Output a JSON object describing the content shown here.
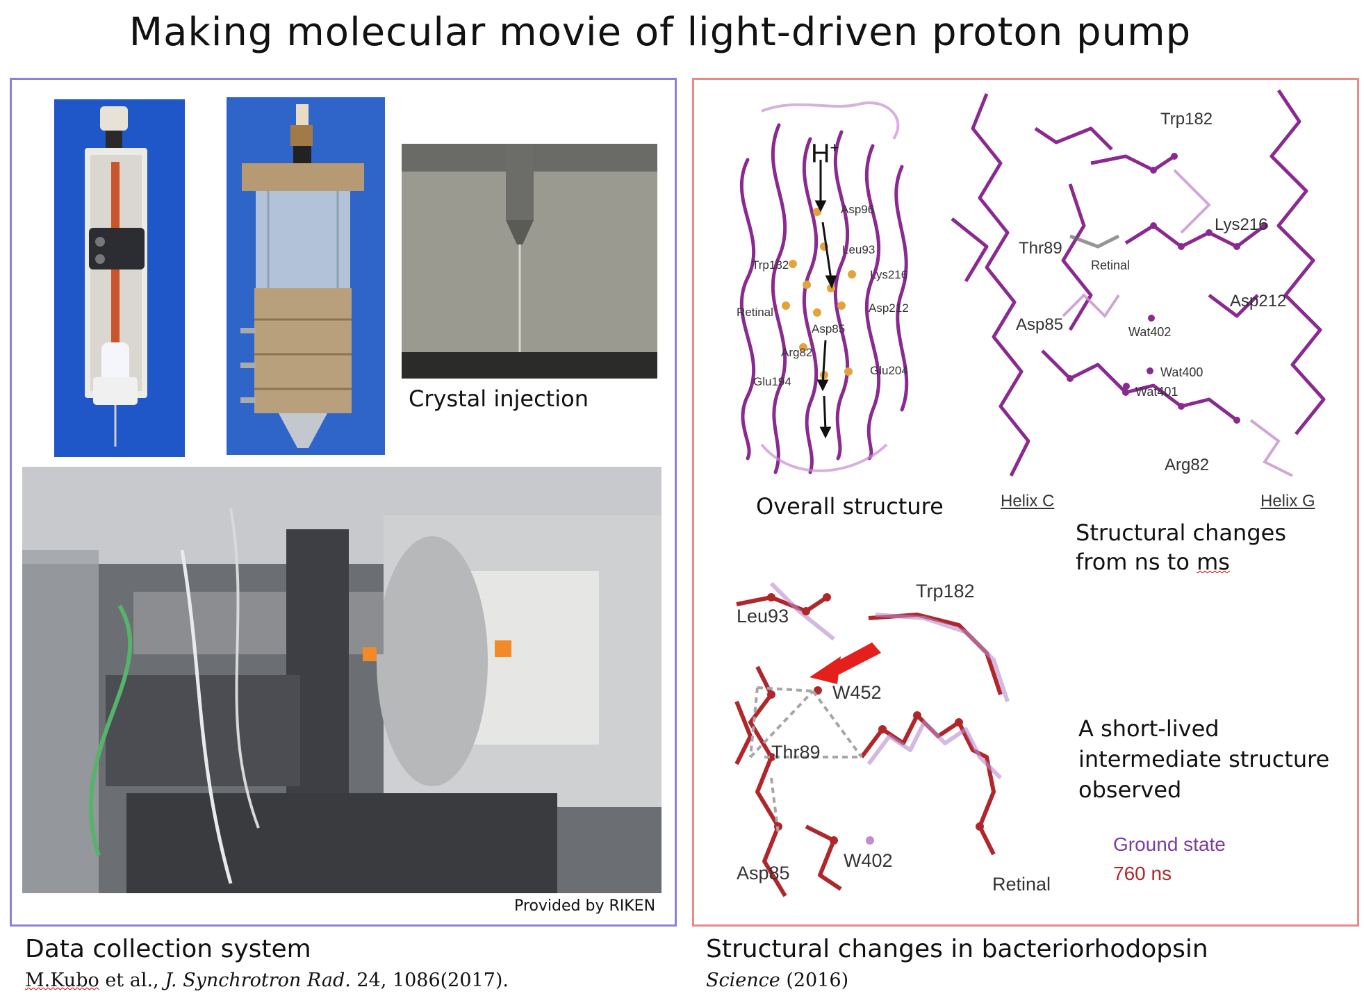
{
  "title": "Making molecular movie of light-driven proton pump",
  "left": {
    "crystal_injection_label": "Crystal injection",
    "provided_by": "Provided by RIKEN",
    "caption_title": "Data collection system",
    "citation": {
      "author": "M.Kubo",
      "etal": " et al., ",
      "journal": "J. Synchrotron Rad.",
      "rest": " 24, 1086(2017)."
    }
  },
  "right": {
    "overall": {
      "caption": "Overall structure",
      "labels": {
        "h": "H",
        "plus": "+",
        "asp96": "Asp96",
        "leu93": "Leu93",
        "trp182": "Trp182",
        "lys216": "Lys216",
        "retinal": "Retinal",
        "asp212": "Asp212",
        "asp85": "Asp85",
        "arg82": "Arg82",
        "glu194": "Glu194",
        "glu204": "Glu204"
      }
    },
    "pocket": {
      "labels": {
        "trp182": "Trp182",
        "lys216": "Lys216",
        "thr89": "Thr89",
        "retinal": "Retinal",
        "asp212": "Asp212",
        "asp85": "Asp85",
        "wat402": "Wat402",
        "wat400": "Wat400",
        "wat401": "Wat401",
        "arg82": "Arg82",
        "helix_c": "Helix C",
        "helix_g": "Helix G"
      }
    },
    "changes_caption_1": "Structural changes",
    "changes_caption_2a": "from ns to ",
    "changes_caption_2b": "ms",
    "intermediate": {
      "labels": {
        "leu93": "Leu93",
        "trp182": "Trp182",
        "w452": "W452",
        "thr89": "Thr89",
        "w402": "W402",
        "asp85": "Asp85",
        "retinal": "Retinal"
      },
      "text_1": "A short-lived",
      "text_2": "intermediate structure",
      "text_3": "observed",
      "legend_ground": "Ground state",
      "legend_760": "760 ns"
    },
    "caption_title": "Structural changes in bacteriorhodopsin",
    "citation_journal": "Science",
    "citation_year": " (2016)"
  },
  "colors": {
    "left_border": "#8f7fd9",
    "right_border": "#e68a8a",
    "ground_state": "#7a3f9e",
    "state_760ns": "#b0262a",
    "helix_purple": "#8a2a90",
    "arrow_red": "#e3201b"
  }
}
